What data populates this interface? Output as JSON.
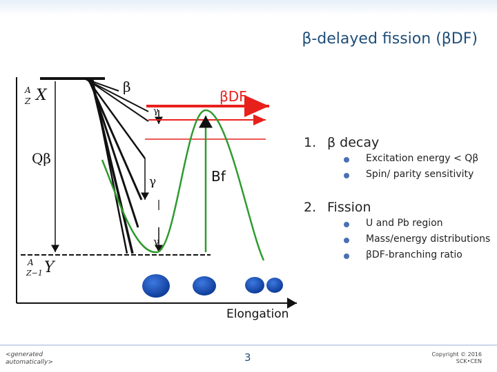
{
  "slide": {
    "title": "β-delayed fission (βDF)",
    "labels": {
      "parent_A": "A",
      "parent_Z": "Z",
      "parent_X": "X",
      "daughter_A": "A",
      "daughter_Z": "Z−1",
      "daughter_Y": "Y",
      "beta": "β",
      "bdf": "βDF",
      "gamma_1": "γ",
      "gamma_2": "γ",
      "gamma_3": "γ",
      "q_beta": "Qβ",
      "b_f": "Bf",
      "elongation": "Elongation"
    },
    "colors": {
      "accent": "#e8201c",
      "curve": "#2e9a2e",
      "blob": "#1a4fb0",
      "title": "#1f4e79"
    },
    "list": [
      {
        "num": "1.",
        "text": "β decay",
        "subitems": [
          "Excitation energy < Qβ",
          "Spin/ parity sensitivity"
        ]
      },
      {
        "num": "2.",
        "text": "Fission",
        "subitems": [
          "U and Pb region",
          "Mass/energy distributions",
          "βDF-branching ratio"
        ]
      }
    ]
  },
  "footer": {
    "left_line1": "<generated",
    "left_line2": "automatically>",
    "page_number": "3",
    "right_line1": "Copyright © 2016",
    "right_line2": "SCK•CEN"
  }
}
